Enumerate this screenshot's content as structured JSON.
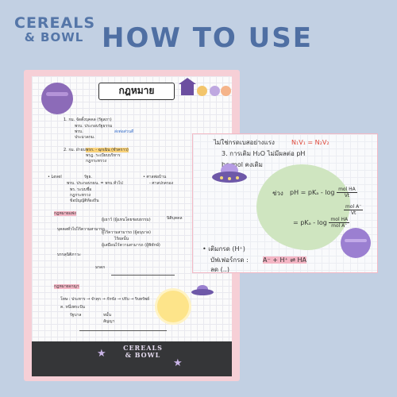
{
  "brand": {
    "line1": "CEREALS",
    "line2": "& BOWL"
  },
  "title": "HOW TO USE",
  "page": {
    "heading": "กฎหมาย",
    "notes": [
      "1. กม. จัดตั้งบุคคล (รัฐสภา)",
      "พรบ. ประกอบรัฐธรรม",
      "พรบ.",
      "ประมวลกม.",
      "ส่งต่อส่วนดี",
      "2. กม. ฝ่ายบริหาร",
      "พรก. - ฉุกเฉิน (ชั่วคราว)",
      "พรฎ. ระเบียบบริหาร",
      "กฎกระทรวง",
      "• Level",
      "รัฐธ.",
      "พรบ. ประกอบรธน. = พรบ.ทั่วไป",
      "พร. ระบบชื่อ",
      "กฎกระทรวง",
      "ข้อบัญญัติท้องถิ่น",
      "• ศาลพ่อบ้าน",
      "- ศาลปกครอง",
      "กฎหมายแพ่ง",
      "ผู้เยาว์ (ผู้แทนโดยชอบธรรม)",
      "นิติบุคคล",
      "บุคคลทั่วไปไร้ความสามารถ",
      "ผู้ไร้ความสามารถ (ผู้อนุบาล)",
      "ไร้ผลนั้น",
      "ผู้เสมือนไร้ความสามารถ (ผู้พิทักษ์)",
      "บรรลุนิติภาวะ",
      "มรดก",
      "กฎหมายอาญา",
      "โทษ : ประหาร → จำคุก → กักขัง → ปรับ → ริบทรัพย์",
      "ค. หนึ่งพระปัน",
      "รัฐบาล",
      "หมั้น",
      "สัญญา"
    ],
    "footer_logo": {
      "line1": "CEREALS",
      "line2": "& BOWL"
    }
  },
  "zoom": {
    "line1": "ไม่ใช่กรดเบสอย่างแรง",
    "line1_eq": "N₁V₁ = N₂V₂",
    "line2": "3. การเติม H₂O ไม่มีผลต่อ pH",
    "line3": "bc mol คงเดิม",
    "f1_label": "ช่วง",
    "f1_left": "pH = pKₐ - log",
    "f1_num": "mol HA",
    "f1_den": "Vt",
    "f2_num": "mol A⁻",
    "f2_den": "Vt",
    "f3_left": "= pKₐ - log",
    "f3_num": "mol HA",
    "f3_den": "mol A⁻",
    "bullet": "• เติมกรด (H⁺)",
    "bufferline": "บัฟเฟอร์กรด :",
    "buffer_eq": "A⁻ + H⁺ ⇌ HA",
    "bufferline2": "ลด (..)"
  },
  "colors": {
    "background": "#c2d0e3",
    "accent": "#4f6fa3",
    "pink": "#f6cfd6",
    "footer": "#353638"
  }
}
